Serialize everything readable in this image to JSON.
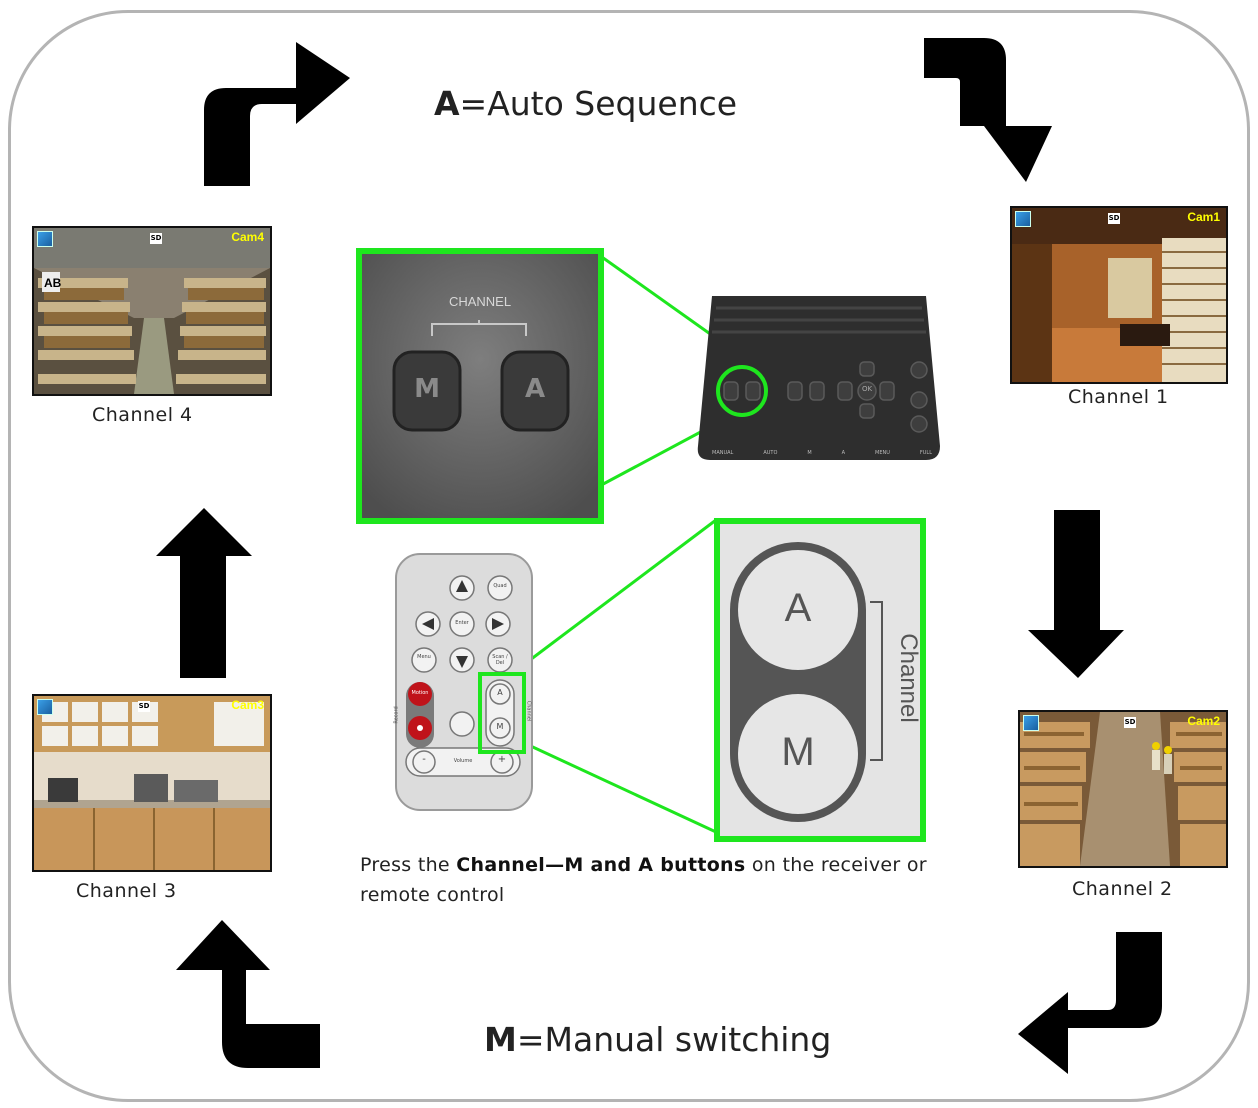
{
  "headline_top": {
    "key": "A",
    "text": "=Auto Sequence"
  },
  "headline_bottom": {
    "key": "M",
    "text": "=Manual switching"
  },
  "cameras": [
    {
      "overlay_name": "Cam1",
      "caption": "Channel 1"
    },
    {
      "overlay_name": "Cam2",
      "caption": "Channel 2"
    },
    {
      "overlay_name": "Cam3",
      "caption": "Channel 3"
    },
    {
      "overlay_name": "Cam4",
      "caption": "Channel 4"
    }
  ],
  "overlay_sd": "SD",
  "instruction": {
    "prefix": "Press the ",
    "bold": "Channel—M and A buttons",
    "suffix": " on the receiver or remote control"
  },
  "zoom_receiver": {
    "group_label": "CHANNEL",
    "button_m": "M",
    "button_a": "A"
  },
  "zoom_remote": {
    "group_label": "Channel",
    "button_a": "A",
    "button_m": "M"
  },
  "receiver": {
    "bottom_labels": [
      "MANUAL",
      "AUTO",
      "M",
      "A",
      "MENU",
      "FULL"
    ],
    "ok_label": "OK"
  },
  "remote": {
    "buttons": [
      "Quad",
      "Enter",
      "Menu",
      "Scan / Del",
      "Motion",
      "A",
      "M",
      "-",
      "Volume",
      "+"
    ],
    "side_labels": [
      "Record",
      "Channel"
    ]
  },
  "colors": {
    "highlight": "#1ee61e",
    "arrow": "#000000",
    "frame": "#b4b4b4",
    "overlay_text": "#ffff00"
  }
}
